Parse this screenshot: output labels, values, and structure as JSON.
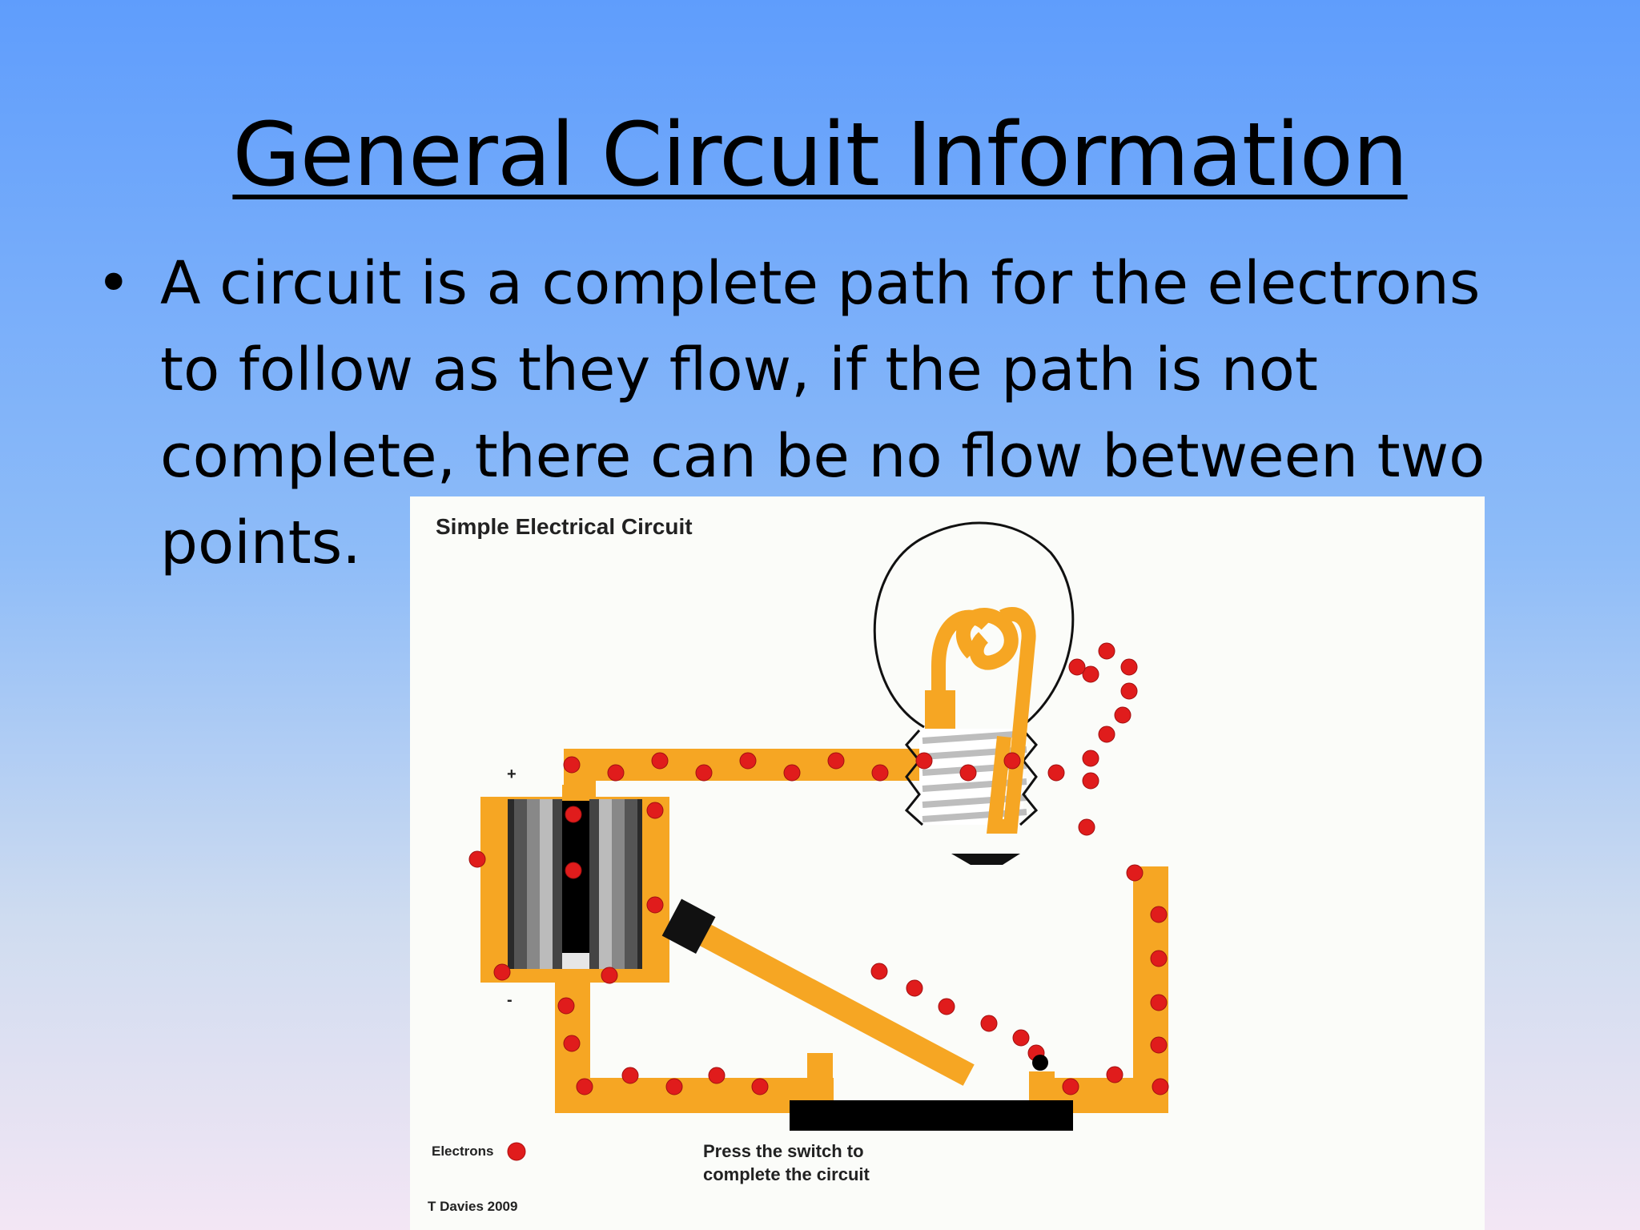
{
  "slide": {
    "title": "General Circuit Information",
    "bullet": {
      "lines": [
        "A circuit is a complete path for the electrons",
        "to follow as they flow, if the path is not",
        "complete, there can be no flow between two",
        "points."
      ]
    }
  },
  "diagram": {
    "title": "Simple Electrical Circuit",
    "plus_sign": "+",
    "minus_sign": "-",
    "legend_label": "Electrons",
    "instruction_line1": "Press the switch to",
    "instruction_line2": "complete the circuit",
    "credit": "T Davies 2009",
    "colors": {
      "wire": "#f6a623",
      "electron": "#e01c1c",
      "background": "#fbfcf9",
      "slide_gradient_top": "#5f9dfc"
    }
  }
}
